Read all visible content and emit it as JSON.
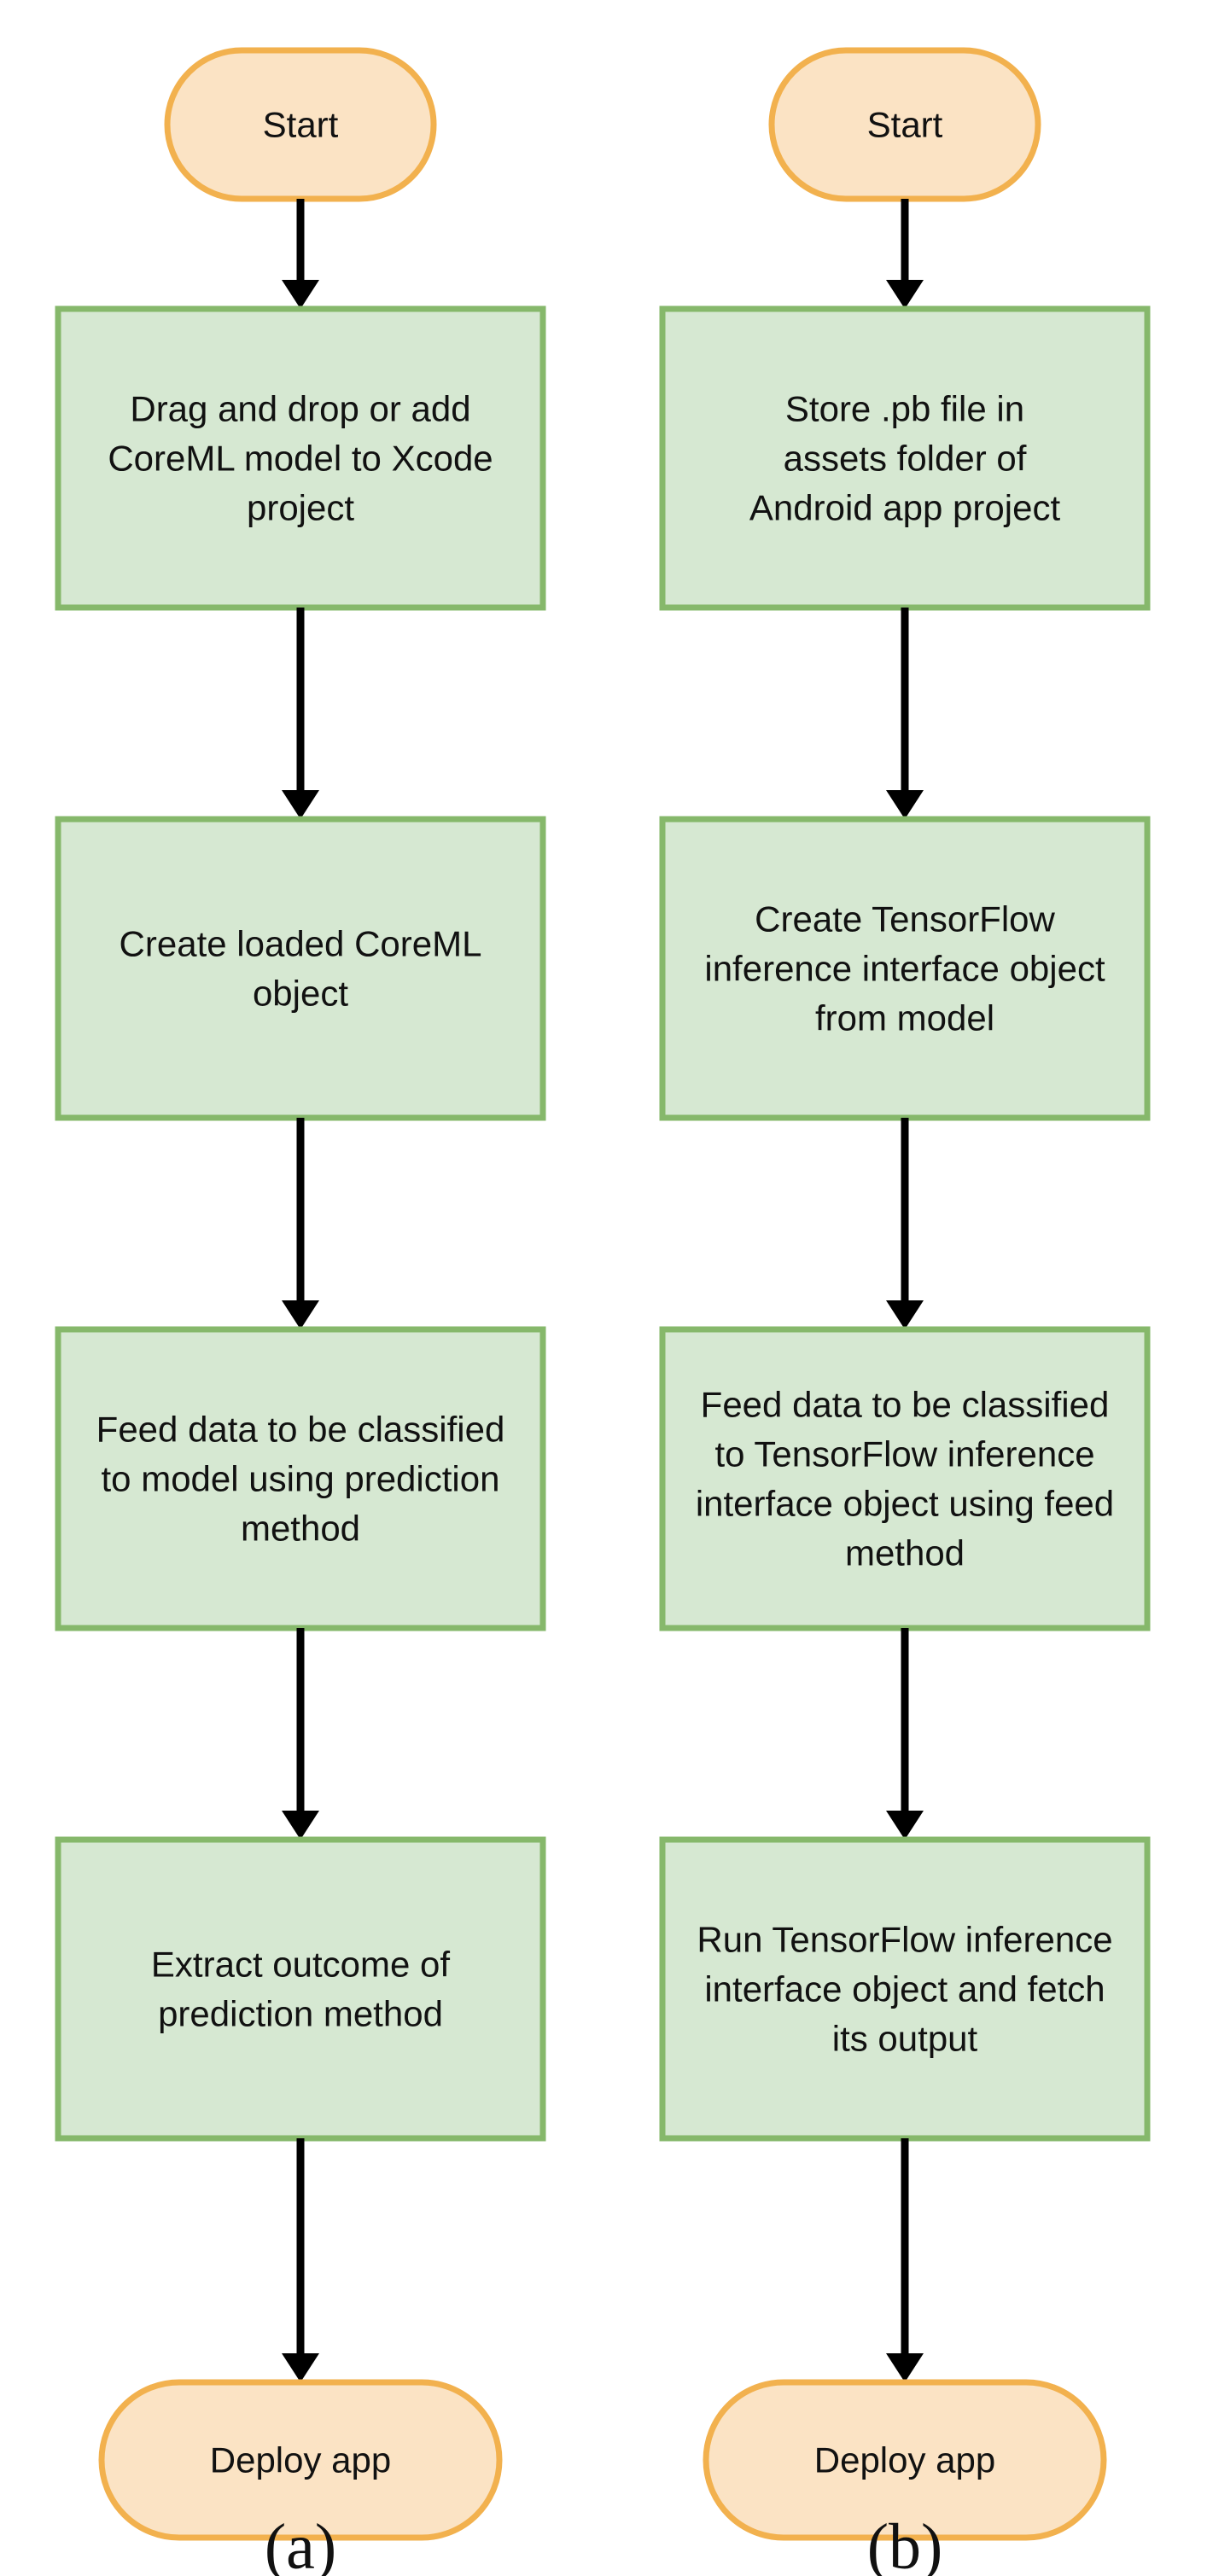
{
  "diagram": {
    "colors": {
      "terminal_fill": "#fbe3c4",
      "terminal_stroke": "#f2b14e",
      "process_fill": "#d6e8d2",
      "process_stroke": "#86b86b",
      "arrow": "#000000"
    },
    "columns": [
      {
        "caption": "(a)",
        "start": "Start",
        "steps": [
          [
            "Drag and drop or add",
            "CoreML model to Xcode",
            "project"
          ],
          [
            "Create loaded CoreML",
            "object"
          ],
          [
            "Feed data to be classified",
            "to model using prediction",
            "method"
          ],
          [
            "Extract outcome of",
            "prediction method"
          ]
        ],
        "end": "Deploy app"
      },
      {
        "caption": "(b)",
        "start": "Start",
        "steps": [
          [
            "Store .pb file in",
            "assets folder of",
            "Android app project"
          ],
          [
            "Create TensorFlow",
            "inference interface object",
            "from model"
          ],
          [
            "Feed data to be classified",
            "to TensorFlow inference",
            "interface object using feed",
            "method"
          ],
          [
            "Run TensorFlow inference",
            "interface object and fetch",
            "its output"
          ]
        ],
        "end": "Deploy app"
      }
    ]
  }
}
